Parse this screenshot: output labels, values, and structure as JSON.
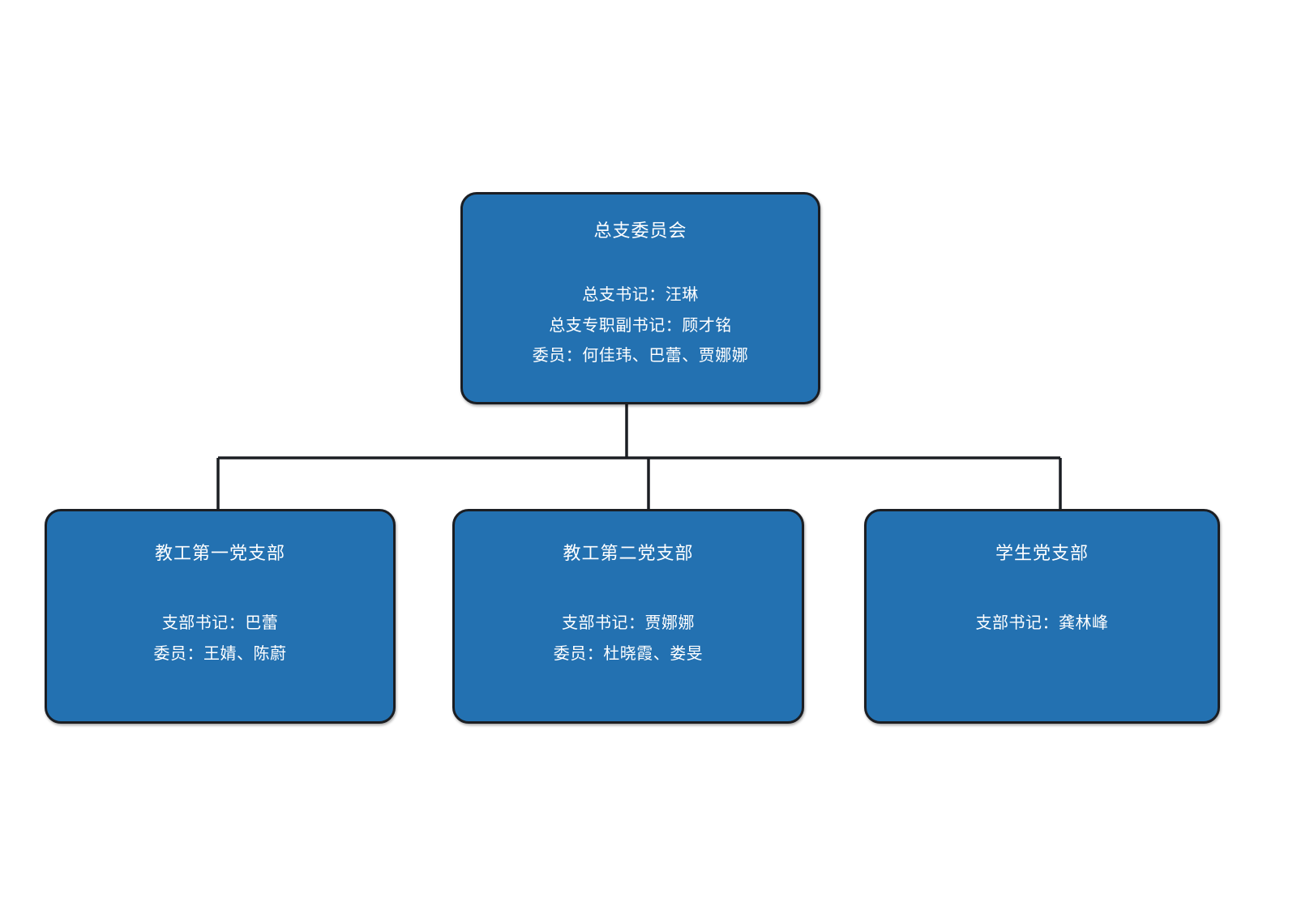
{
  "colors": {
    "box_fill": "#2371B1",
    "box_border": "#1b1e23",
    "connector": "#1b1e23",
    "text": "#ffffff",
    "background": "#ffffff"
  },
  "org": {
    "root": {
      "title": "总支委员会",
      "lines": [
        "总支书记：汪琳",
        "总支专职副书记：顾才铭",
        "委员：何佳玮、巴蕾、贾娜娜"
      ]
    },
    "children": [
      {
        "title": "教工第一党支部",
        "lines": [
          "支部书记：巴蕾",
          "委员：王婧、陈蔚"
        ]
      },
      {
        "title": "教工第二党支部",
        "lines": [
          "支部书记：贾娜娜",
          "委员：杜晓霞、娄旻"
        ]
      },
      {
        "title": "学生党支部",
        "lines": [
          "支部书记：龚林峰"
        ]
      }
    ]
  }
}
